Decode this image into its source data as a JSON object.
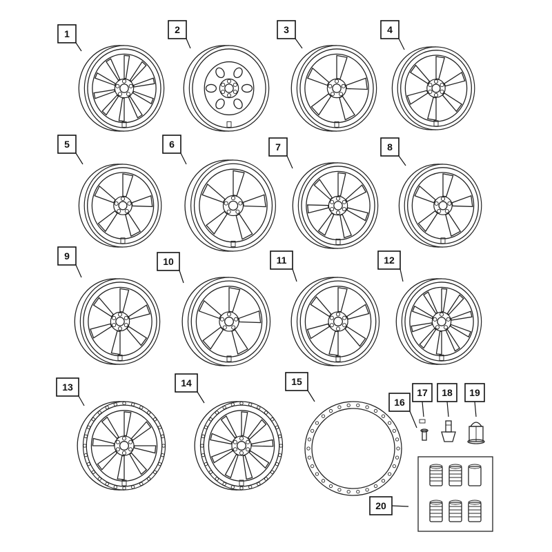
{
  "callouts": [
    "1",
    "2",
    "3",
    "4",
    "5",
    "6",
    "7",
    "8",
    "9",
    "10",
    "11",
    "12",
    "13",
    "14",
    "15",
    "16",
    "17",
    "18",
    "19",
    "20"
  ],
  "parts": [
    {
      "callout": "1",
      "icon": "wheel-icon"
    },
    {
      "callout": "2",
      "icon": "wheel-icon"
    },
    {
      "callout": "3",
      "icon": "wheel-icon"
    },
    {
      "callout": "4",
      "icon": "wheel-icon"
    },
    {
      "callout": "5",
      "icon": "wheel-icon"
    },
    {
      "callout": "6",
      "icon": "wheel-icon"
    },
    {
      "callout": "7",
      "icon": "wheel-icon"
    },
    {
      "callout": "8",
      "icon": "wheel-icon"
    },
    {
      "callout": "9",
      "icon": "wheel-icon"
    },
    {
      "callout": "10",
      "icon": "wheel-icon"
    },
    {
      "callout": "11",
      "icon": "wheel-icon"
    },
    {
      "callout": "12",
      "icon": "wheel-icon"
    },
    {
      "callout": "13",
      "icon": "beadlock-wheel-icon"
    },
    {
      "callout": "14",
      "icon": "beadlock-wheel-icon"
    },
    {
      "callout": "15",
      "icon": "beadlock-ring-icon"
    },
    {
      "callout": "16",
      "icon": "valve-stem-core-icon"
    },
    {
      "callout": "17",
      "icon": "screw-icon"
    },
    {
      "callout": "18",
      "icon": "valve-stem-icon"
    },
    {
      "callout": "19",
      "icon": "lug-nut-icon"
    },
    {
      "callout": "20",
      "icon": "lock-nut-kit-icon"
    }
  ],
  "colors": {
    "ink": "#222222",
    "background": "#ffffff"
  }
}
